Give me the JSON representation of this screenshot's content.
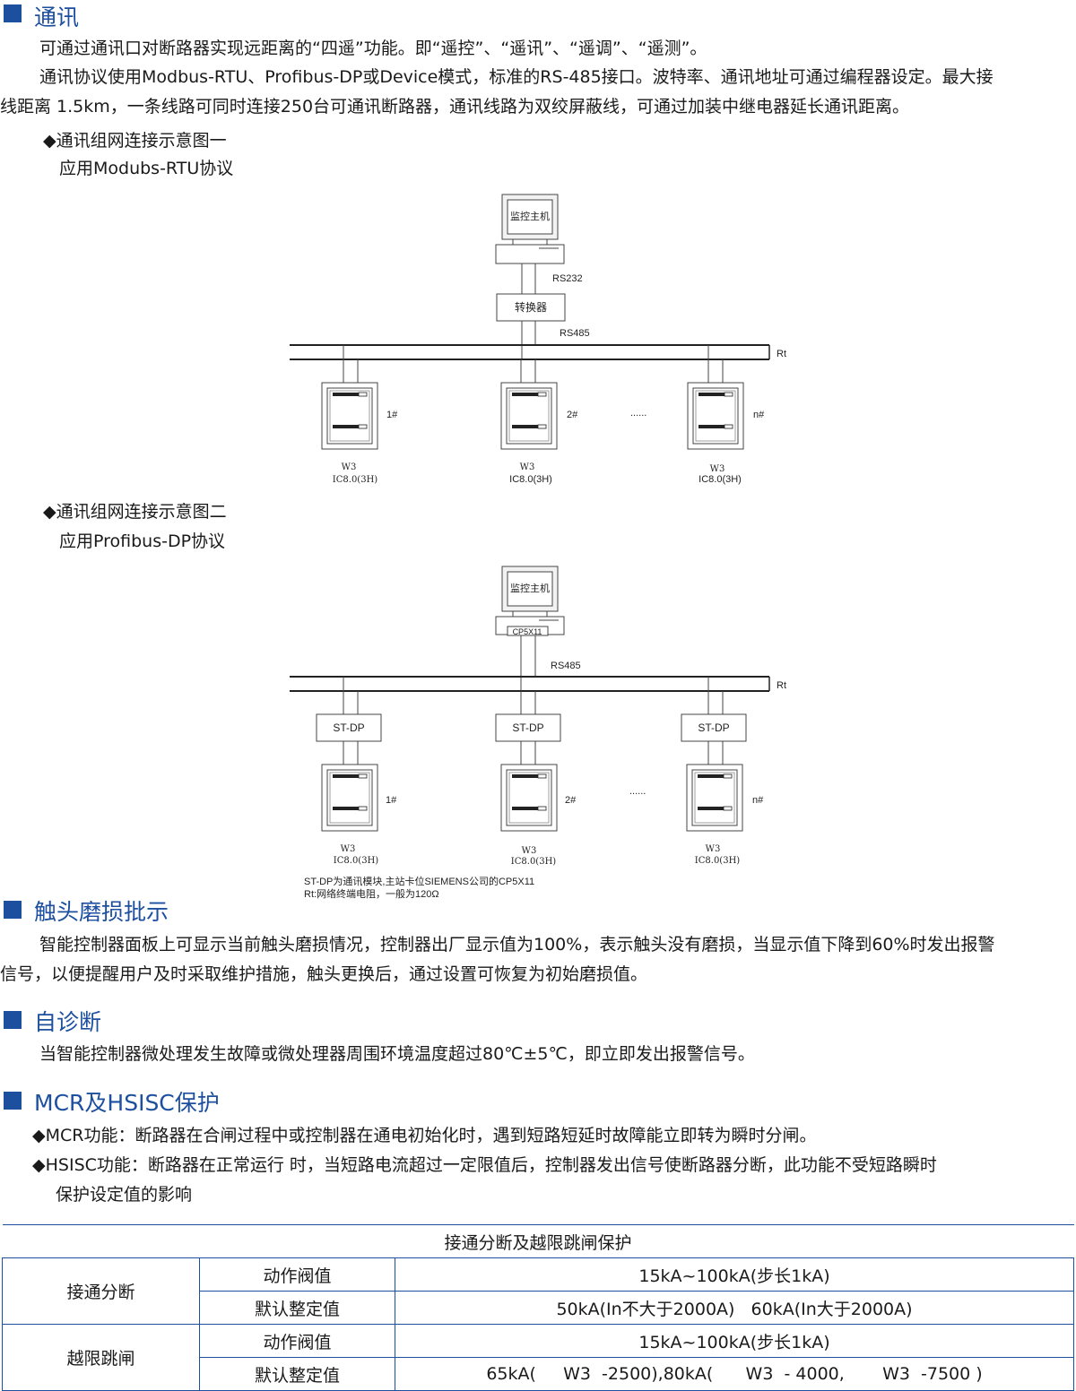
{
  "sections": {
    "comm": {
      "title": "通讯",
      "p1": "可通过通讯口对断路器实现远距离的“四遥”功能。即“遥控”、“遥讯”、“遥调”、“遥测”。",
      "p2_line1": "通讯协议使用Modbus-RTU、Profibus-DP或Device模式，标准的RS-485接口。波特率、通讯地址可通过编程器设定。最大接",
      "p2_line2": "线距离 1.5km，一条线路可同时连接250台可通讯断路器，通讯线路为双绞屏蔽线，可通过加装中继电器延长通讯距离。",
      "diag1_title": "◆通讯组网连接示意图一",
      "diag1_sub": "应用Modubs-RTU协议",
      "diag2_title": "◆通讯组网连接示意图二",
      "diag2_sub": "应用Profibus-DP协议"
    },
    "wear": {
      "title": "触头磨损批示",
      "line1": "智能控制器面板上可显示当前触头磨损情况，控制器出厂显示值为100%，表示触头没有磨损，当显示值下降到60%时发出报警",
      "line2": "信号，以便提醒用户及时采取维护措施，触头更换后，通过设置可恢复为初始磨损值。"
    },
    "diag": {
      "title": "自诊断",
      "line1": "当智能控制器微处理发生故障或微处理器周围环境温度超过80℃±5℃，即立即发出报警信号。"
    },
    "mcr": {
      "title": "MCR及HSISC保护",
      "line1": "◆MCR功能：断路器在合闸过程中或控制器在通电初始化时，遇到短路短延时故障能立即转为瞬时分闸。",
      "line2": "◆HSISC功能：断路器在正常运行 时，当短路电流超过一定限值后，控制器发出信号使断路器分断，此功能不受短路瞬时",
      "line3": "保护设定值的影响"
    }
  },
  "diagram1": {
    "host": "监控主机",
    "rs232": "RS232",
    "converter": "转换器",
    "rs485": "RS485",
    "rt": "Rt",
    "ellipsis": "......",
    "units": [
      {
        "num": "1#",
        "w": "W3",
        "ic": "IC8.0(3H)"
      },
      {
        "num": "2#",
        "w": "W3",
        "ic": "IC8.0(3H)"
      },
      {
        "num": "n#",
        "w": "W3",
        "ic": "IC8.0(3H)"
      }
    ]
  },
  "diagram2": {
    "host": "监控主机",
    "card": "CP5X11",
    "rs485": "RS485",
    "rt": "Rt",
    "module": "ST-DP",
    "ellipsis": "......",
    "units": [
      {
        "num": "1#",
        "w": "W3",
        "ic": "IC8.0(3H)"
      },
      {
        "num": "2#",
        "w": "W3",
        "ic": "IC8.0(3H)"
      },
      {
        "num": "n#",
        "w": "W3",
        "ic": "IC8.0(3H)"
      }
    ],
    "note1": "ST-DP为通讯模块,主站卡位SIEMENS公司的CP5X11",
    "note2": "Rt:网络终端电阻，一般为120Ω"
  },
  "table": {
    "caption": "接通分断及越限跳闸保护",
    "groups": [
      {
        "name": "接通分断",
        "rows": [
          {
            "label": "动作阀值",
            "value": "15kA~100kA(步长1kA)"
          },
          {
            "label": "默认整定值",
            "value": "50kA(In不大于2000A)   60kA(In大于2000A)"
          }
        ]
      },
      {
        "name": "越限跳闸",
        "rows": [
          {
            "label": "动作阀值",
            "value": "15kA~100kA(步长1kA)"
          },
          {
            "label": "默认整定值",
            "value": "65kA(     W3  -2500),80kA(      W3  - 4000,       W3  -7500 )"
          }
        ]
      }
    ]
  },
  "colors": {
    "accent": "#1d4f9f",
    "text": "#1a1a1a"
  }
}
